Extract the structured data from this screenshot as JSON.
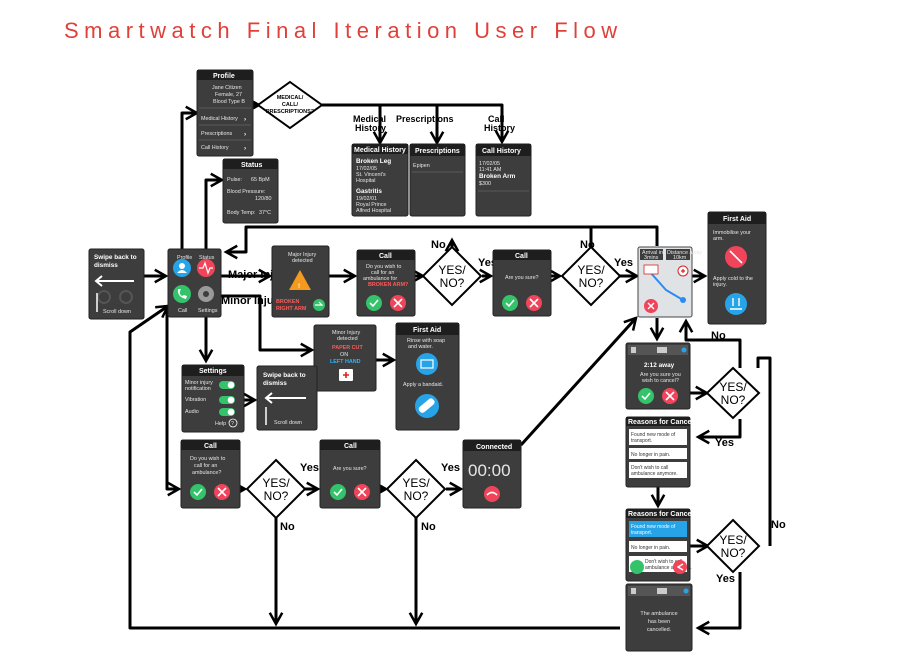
{
  "title": "Smartwatch Final Iteration User Flow",
  "colors": {
    "accent_red": "#e0403a",
    "confirm_green": "#34c36b",
    "cancel_red": "#f0445a",
    "info_blue": "#27a4e8",
    "screen_bg": "#3d3d3d"
  },
  "swipe_screen": {
    "line1": "Swipe back to",
    "line2": "dismiss",
    "scroll": "Scroll down"
  },
  "home": {
    "profile": "Profile",
    "status": "Status",
    "call": "Call",
    "settings": "Settings"
  },
  "profile": {
    "header": "Profile",
    "name": "Jane Citizen",
    "detail": "Female, 27",
    "blood": "Blood Type B",
    "items": [
      "Medical History",
      "Prescriptions",
      "Call History"
    ]
  },
  "profile_decision": {
    "line1": "MEDICAL/",
    "line2": "CALL/",
    "line3": "PRESCRIPTIONS?"
  },
  "branch_labels": {
    "medical_line1": "Medical",
    "medical_line2": "History",
    "prescriptions": "Prescriptions",
    "call_line1": "Call",
    "call_line2": "History"
  },
  "medical_history": {
    "header": "Medical History",
    "entry1": [
      "Broken Leg",
      "17/02/05",
      "St. Vincent's",
      "Hospital"
    ],
    "entry2": [
      "Gastritis",
      "19/02/01",
      "Royal Prince",
      "Alfred Hospital"
    ]
  },
  "prescriptions": {
    "header": "Prescriptions",
    "item": "Epipen"
  },
  "call_history": {
    "header": "Call History",
    "lines": [
      "17/02/05",
      "11:41 AM"
    ],
    "event": [
      "Broken Arm",
      "$300"
    ]
  },
  "status": {
    "header": "Status",
    "pulse_label": "Pulse:",
    "pulse_value": "65 BpM",
    "bp_label": "Blood Pressure:",
    "bp_value": "120/80",
    "temp_label": "Body Temp:",
    "temp_value": "37°C"
  },
  "edge_labels": {
    "major": "Major Injury",
    "minor": "Minor Injury",
    "yes": "Yes",
    "no": "No"
  },
  "decision": {
    "line1": "YES/",
    "line2": "NO?"
  },
  "major_injury": {
    "line1": "Major Injury",
    "line2": "detected",
    "injury1": "BROKEN",
    "injury2": "RIGHT ARM"
  },
  "call_major": {
    "header": "Call",
    "lines": [
      "Do you wish to",
      "call for an",
      "ambulance for"
    ],
    "injury": "BROKEN ARM?"
  },
  "call_sure": {
    "header": "Call",
    "line": "Are you sure?"
  },
  "map": {
    "card1": [
      "Arrival in",
      "3mins"
    ],
    "card2": [
      "Distance away",
      "10km"
    ]
  },
  "first_aid_major": {
    "header": "First Aid",
    "lines": [
      "Immobilise your",
      "arm."
    ],
    "lines2": [
      "Apply cold to the",
      "injury."
    ]
  },
  "minor_injury": {
    "line1": "Minor Injury",
    "line2": "detected",
    "injury1": "PAPER CUT",
    "on": "ON",
    "injury2": "LEFT HAND"
  },
  "first_aid_minor": {
    "header": "First Aid",
    "lines": [
      "Rinse with soap",
      "and water."
    ],
    "line2": "Apply a bandaid."
  },
  "settings": {
    "header": "Settings",
    "items": [
      "Minor injury",
      "notification",
      "Vibration",
      "Audio"
    ],
    "help": "Help"
  },
  "call_manual": {
    "header": "Call",
    "lines": [
      "Do you wish to",
      "call for an",
      "ambulance?"
    ]
  },
  "connected": {
    "header": "Connected",
    "timer": "00:00"
  },
  "cancel_screen": {
    "time": "2:12 away",
    "lines": [
      "Are you sure you",
      "wish to cancel?"
    ]
  },
  "reasons1": {
    "header": "Reasons for Cancel",
    "items": [
      [
        "Found new mode of",
        "transport."
      ],
      [
        "No longer in pain."
      ],
      [
        "Don't wish to call",
        "ambulance anymore."
      ]
    ]
  },
  "reasons2": {
    "header": "Reasons for Cancel",
    "items": [
      [
        "Found new mode of",
        "transport."
      ],
      [
        "No longer in pain."
      ],
      [
        "Don't wish to call",
        "ambulance anymore."
      ]
    ]
  },
  "cancelled": {
    "lines": [
      "The ambulance",
      "has been",
      "cancelled."
    ]
  }
}
